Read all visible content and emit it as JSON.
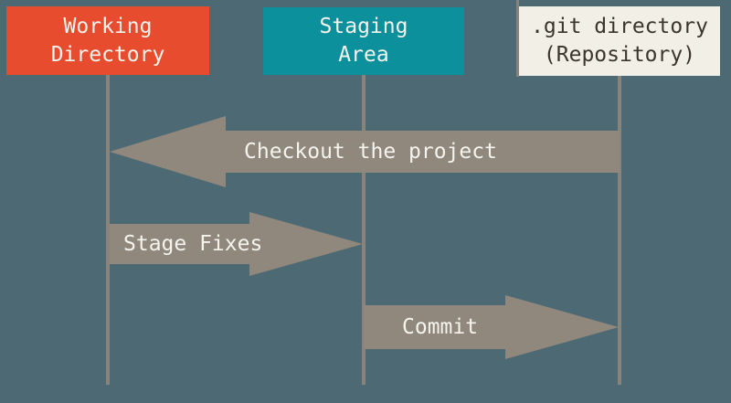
{
  "diagram": {
    "kind": "git-areas-sequence-diagram",
    "columns": [
      {
        "id": "working-directory",
        "label_line1": "Working",
        "label_line2": "Directory",
        "fill": "#e84c2e",
        "text_color": "#f4f3ed"
      },
      {
        "id": "staging-area",
        "label_line1": "Staging",
        "label_line2": "Area",
        "fill": "#0b909c",
        "text_color": "#f4f3ed"
      },
      {
        "id": "git-directory",
        "label_line1": ".git directory",
        "label_line2": "(Repository)",
        "fill": "#f1efe6",
        "text_color": "#3a352d"
      }
    ],
    "arrows": [
      {
        "label": "Checkout the project",
        "from": ".git directory (Repository)",
        "to": "Working Directory",
        "direction": "left"
      },
      {
        "label": "Stage Fixes",
        "from": "Working Directory",
        "to": "Staging Area",
        "direction": "right"
      },
      {
        "label": "Commit",
        "from": "Staging Area",
        "to": ".git directory (Repository)",
        "direction": "right"
      }
    ],
    "colors": {
      "background": "#4d6973",
      "arrow": "#90887d",
      "lifeline": "#8a837a",
      "arrow_text": "#f4f3ed"
    }
  }
}
